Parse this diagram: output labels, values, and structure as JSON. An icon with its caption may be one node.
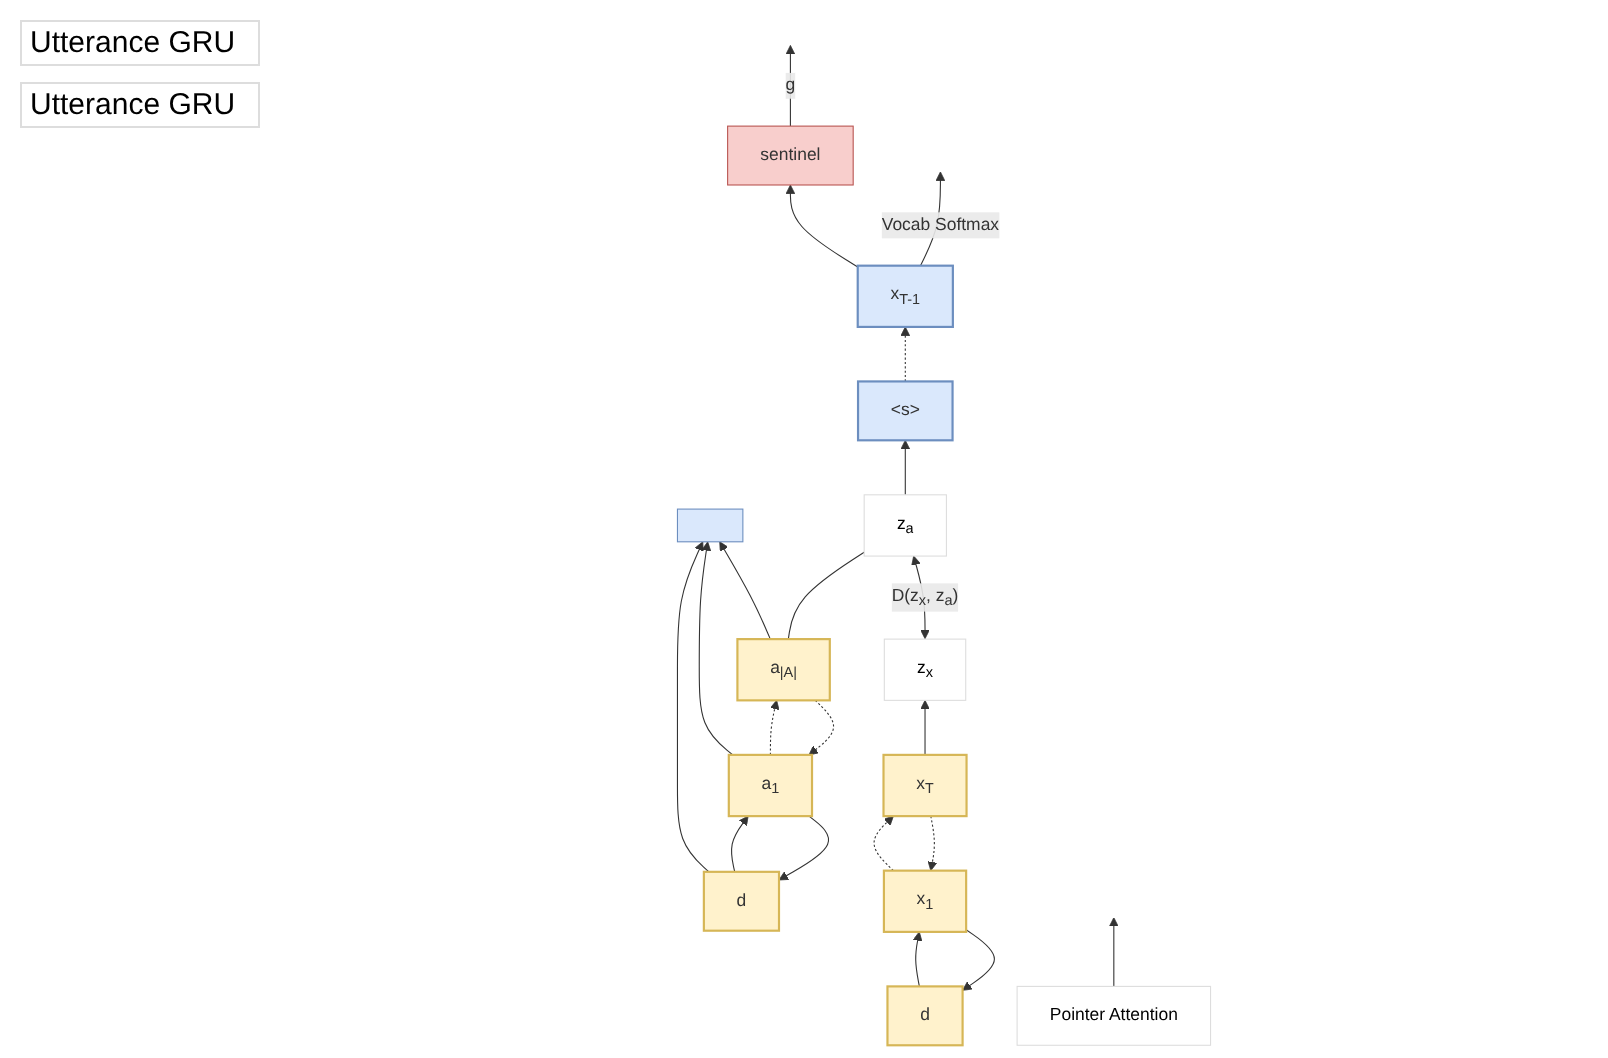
{
  "diagram": {
    "nodes": [
      {
        "text": [
          "Pointer Attention"
        ]
      },
      {
        "text": [],
        "shape": "bar"
      },
      {
        "text": [
          "d"
        ]
      },
      {
        "text": [
          "a$_{1}$"
        ]
      },
      {
        "text": [
          "a$_{|A|}$"
        ]
      },
      {
        "text": [
          "z$_{a}$"
        ]
      },
      {
        "text": [
          "<s>"
        ]
      },
      {
        "text": [
          "x$_{T-1}$"
        ]
      },
      {
        "text": [
          "sentinel"
        ]
      },
      {
        "text": [
          "d"
        ]
      },
      {
        "text": [
          "x$_{1}$"
        ]
      },
      {
        "text": [
          "x$_{T}$"
        ]
      },
      {
        "text": [
          "z$_{x}$"
        ]
      }
    ],
    "edges": [
      {
        "from": 0,
        "to": null,
        "arrow": "to"
      },
      {
        "from": 2,
        "to": 1,
        "arrow": "to"
      },
      {
        "from": 3,
        "to": 1,
        "arrow": "to"
      },
      {
        "from": 4,
        "to": 1,
        "arrow": "to"
      },
      {
        "from": 2,
        "to": 3,
        "arrow": "to"
      },
      {
        "from": 3,
        "to": 2,
        "arrow": "to"
      },
      {
        "from": 3,
        "to": 4,
        "arrow": "to",
        "style": "dashed"
      },
      {
        "from": 4,
        "to": 3,
        "arrow": "to",
        "style": "dashed"
      },
      {
        "from": 4,
        "to": 5,
        "arrow": "none"
      },
      {
        "from": 5,
        "to": 6,
        "arrow": "to"
      },
      {
        "from": 6,
        "to": 7,
        "arrow": "to",
        "style": "dashed"
      },
      {
        "from": 7,
        "to": 8,
        "arrow": "to"
      },
      {
        "from": 7,
        "to": null,
        "arrow": "to",
        "label": "Vocab Softmax"
      },
      {
        "from": 8,
        "to": null,
        "arrow": "to",
        "label": "g"
      },
      {
        "from": 12,
        "to": 5,
        "arrow": "both",
        "label": "D(z$_{x}$, z$_{a}$)"
      },
      {
        "from": 9,
        "to": 10,
        "arrow": "to"
      },
      {
        "from": 10,
        "to": 9,
        "arrow": "to"
      },
      {
        "from": 10,
        "to": 11,
        "arrow": "to",
        "style": "dashed"
      },
      {
        "from": 11,
        "to": 10,
        "arrow": "to",
        "style": "dashed"
      },
      {
        "from": 11,
        "to": 12,
        "arrow": "to"
      }
    ],
    "labels": [
      "Utterance GRU",
      "Utterance GRU"
    ]
  }
}
